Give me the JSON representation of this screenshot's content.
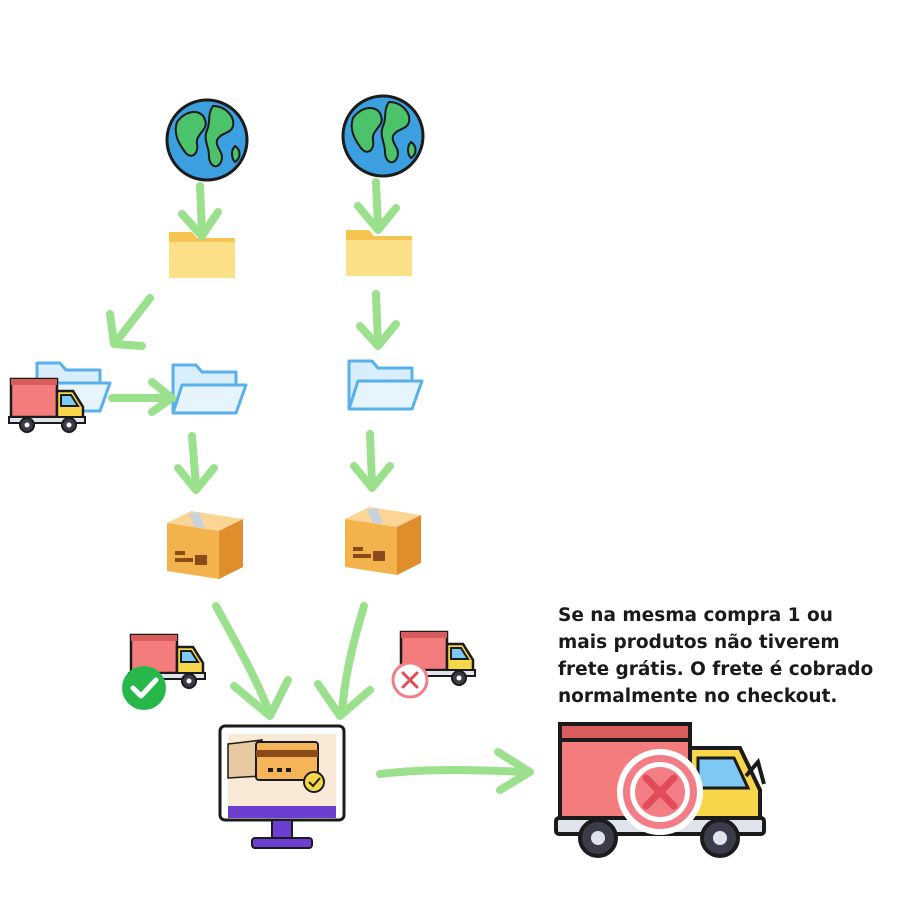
{
  "note": {
    "lines": [
      "Se na mesma compra 1 ou",
      "mais produtos não tiverem",
      "frete grátis. O frete é cobrado",
      "normalmente no checkout."
    ]
  },
  "icons": {
    "globe": "globe-icon",
    "folder_yellow": "folder-icon",
    "folder_blue": "open-folder-icon",
    "box": "package-box-icon",
    "truck": "delivery-truck-icon",
    "check": "check-badge-icon",
    "cross": "cross-badge-icon",
    "monitor": "checkout-monitor-icon"
  },
  "colors": {
    "arrow": "#9be08c",
    "folder_yellow": "#fbd97a",
    "folder_blue": "#d8eefc",
    "box": "#f4b24d",
    "truck_body": "#f47c7c",
    "truck_cab": "#f7d64a",
    "check": "#28b84a",
    "cross": "#f27d86",
    "monitor": "#6c3fd1"
  }
}
